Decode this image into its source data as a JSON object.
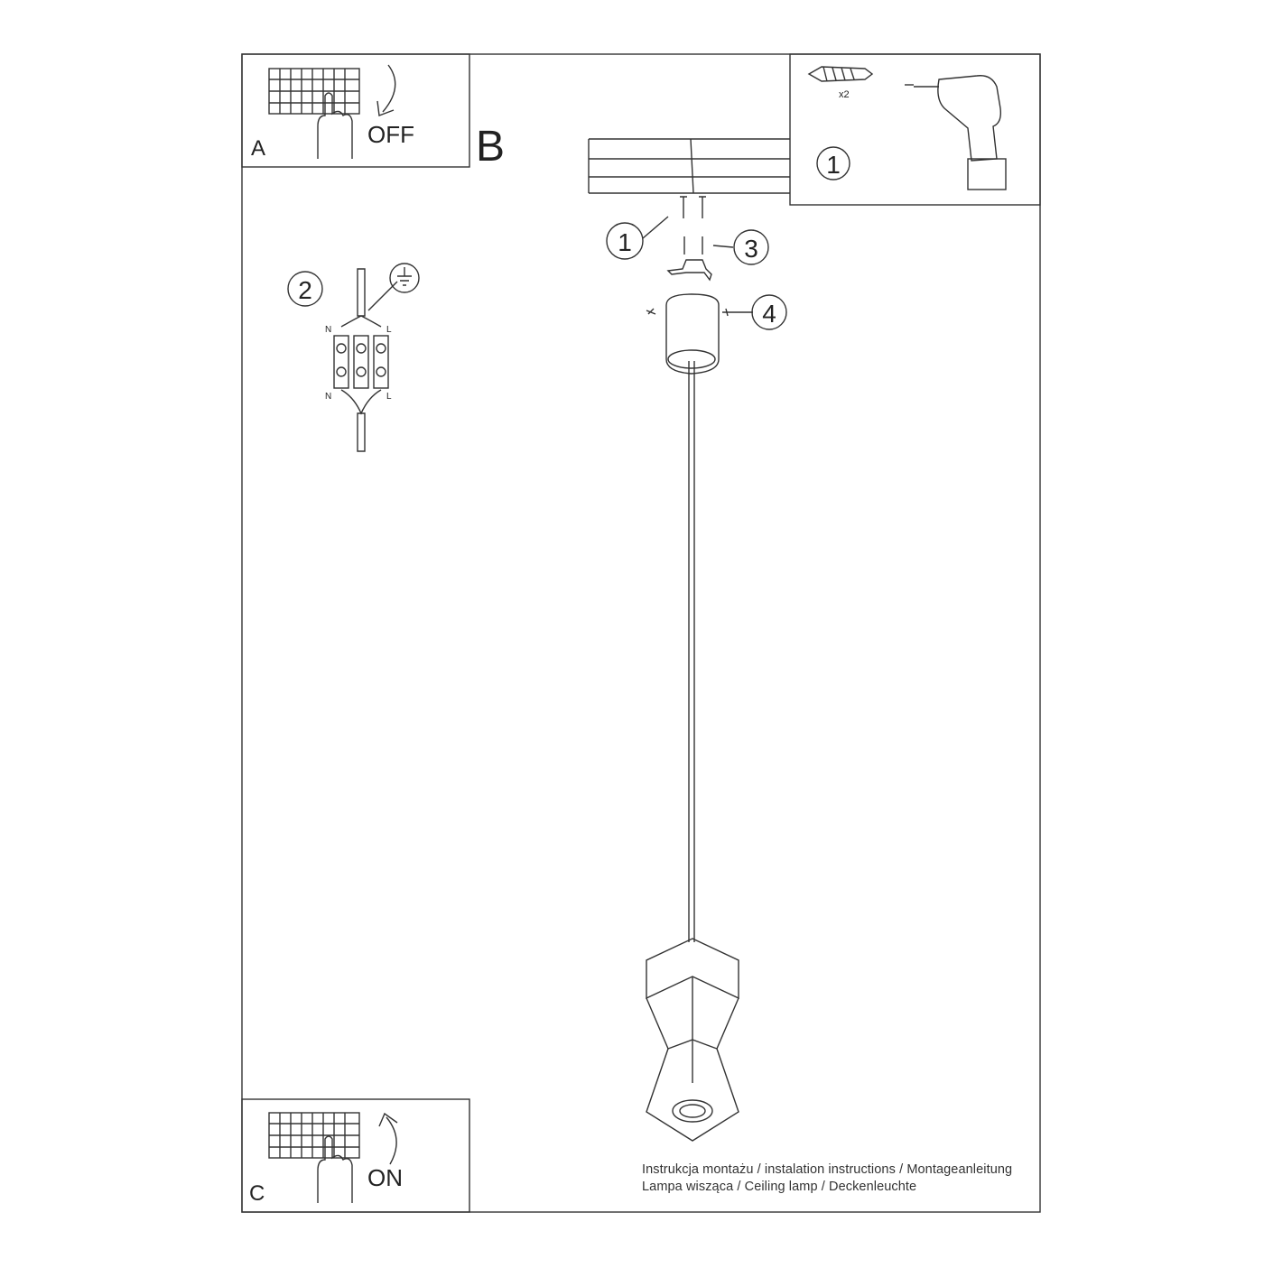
{
  "panels": {
    "a": {
      "letter": "A",
      "label": "OFF"
    },
    "b": {
      "letter": "B"
    },
    "c": {
      "letter": "C",
      "label": "ON"
    }
  },
  "step_numbers": {
    "drill_step": "1",
    "screw_step": "1",
    "bracket_step": "3",
    "canopy_step": "4",
    "wiring_step": "2"
  },
  "anchor_count": "x2",
  "wiring_labels": {
    "n_top": "N",
    "l_top": "L",
    "n_bottom": "N",
    "l_bottom": "L"
  },
  "footer": {
    "line1": "Instrukcja montażu / instalation instructions / Montageanleitung",
    "line2": "Lampa wisząca / Ceiling lamp / Deckenleuchte"
  }
}
